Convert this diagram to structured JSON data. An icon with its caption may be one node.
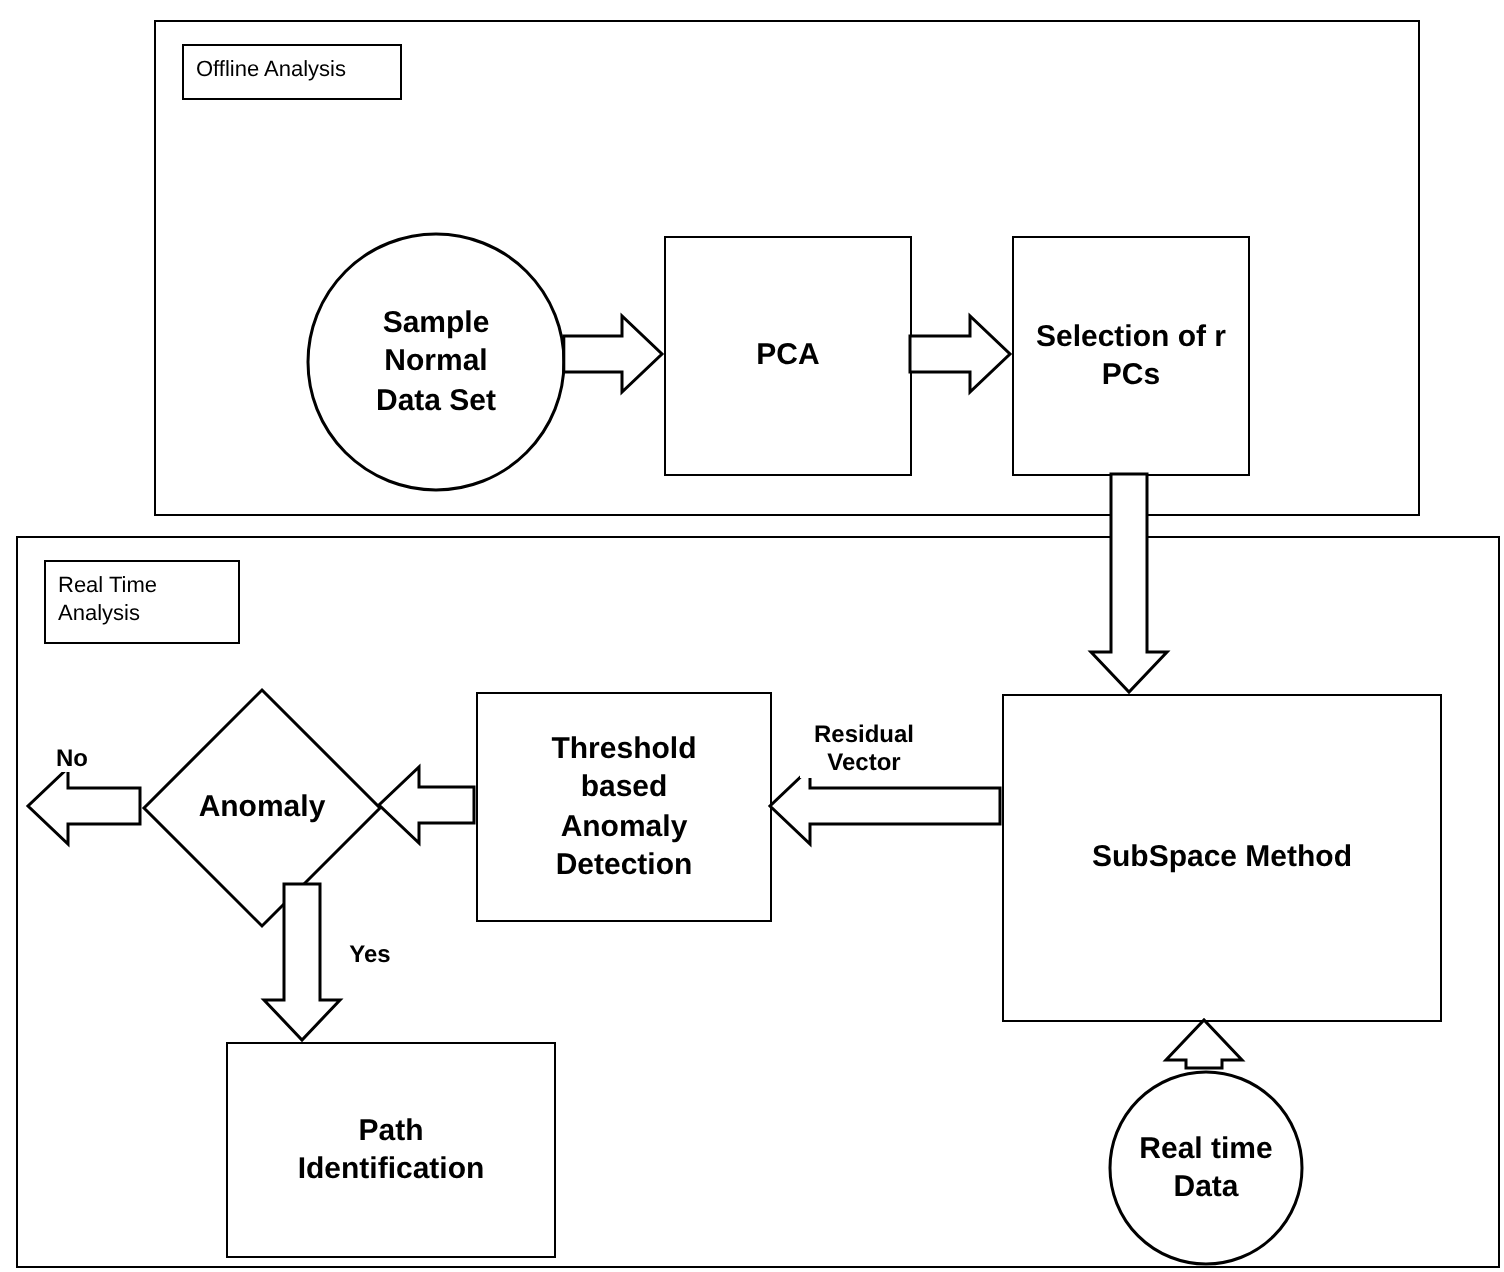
{
  "diagram": {
    "nodes": [
      {
        "text": [
          "Offline Analysis"
        ]
      },
      {
        "text": [
          "Sample Normal Data Set"
        ],
        "in": 0
      },
      {
        "text": [
          "PCA"
        ],
        "in": 0
      },
      {
        "text": [
          "Selection of r PCs"
        ],
        "in": 0
      },
      {
        "text": [
          "Real Time Analysis"
        ]
      },
      {
        "text": [
          "SubSpace Method"
        ],
        "in": 4
      },
      {
        "text": [
          "Threshold based Anomaly Detection"
        ],
        "in": 4
      },
      {
        "text": [
          "Anomaly"
        ],
        "in": 4
      },
      {
        "text": [
          "Path Identification"
        ],
        "in": 4
      },
      {
        "text": [
          "Real time Data"
        ],
        "in": 4
      }
    ],
    "edges": [
      {
        "from": 1,
        "to": 2,
        "arrow": "to"
      },
      {
        "from": 2,
        "to": 3,
        "arrow": "to"
      },
      {
        "from": 3,
        "to": 5,
        "arrow": "to"
      },
      {
        "from": 9,
        "to": 5,
        "arrow": "to"
      },
      {
        "from": 5,
        "to": 6,
        "arrow": "to",
        "label": "Residual Vector"
      },
      {
        "from": 6,
        "to": 7,
        "arrow": "to"
      },
      {
        "from": 7,
        "to": null,
        "arrow": "to",
        "label": "No"
      },
      {
        "from": 7,
        "to": 8,
        "arrow": "to",
        "label": "Yes"
      }
    ]
  }
}
